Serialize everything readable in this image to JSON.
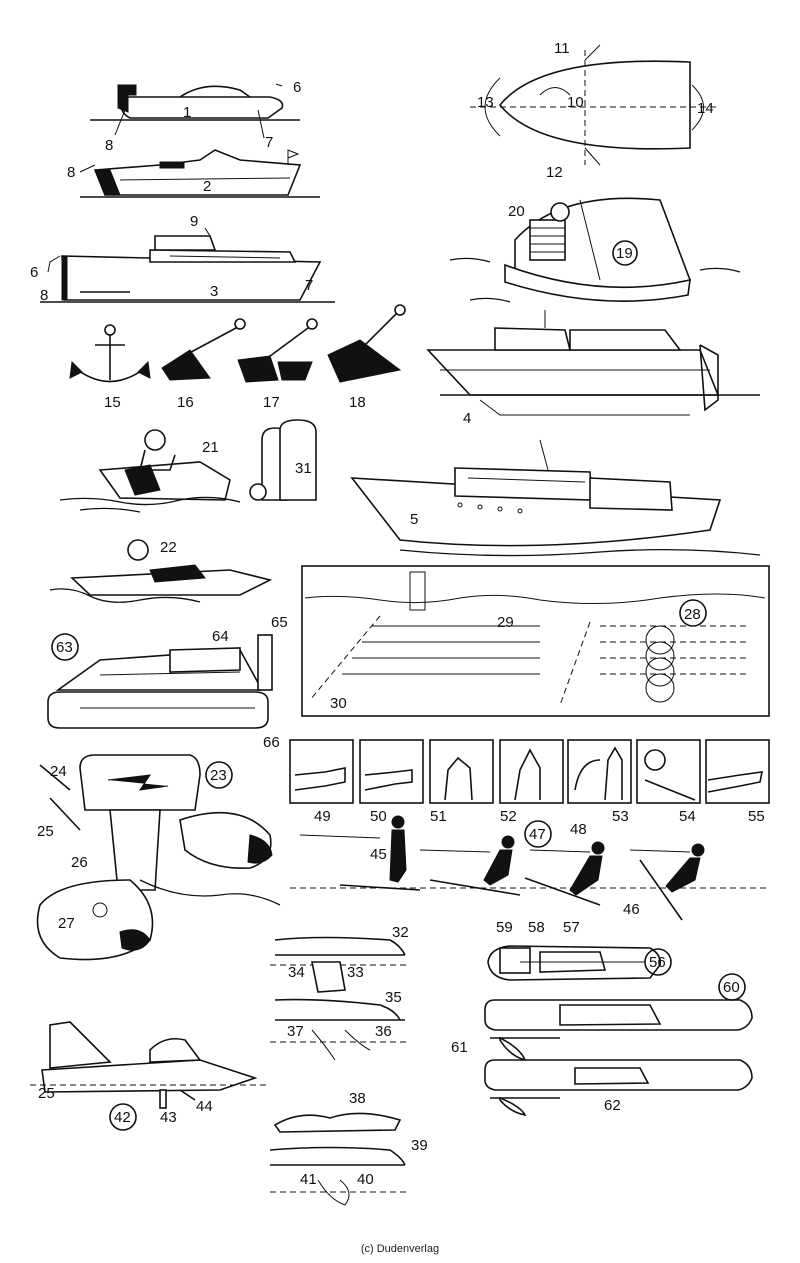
{
  "credit": "(c) Dudenverlag",
  "labels": {
    "n1": "1",
    "n2": "2",
    "n3": "3",
    "n4": "4",
    "n5": "5",
    "n6a": "6",
    "n6b": "6",
    "n7a": "7",
    "n7b": "7",
    "n8a": "8",
    "n8b": "8",
    "n8c": "8",
    "n9": "9",
    "n10": "10",
    "n11": "11",
    "n12": "12",
    "n13": "13",
    "n14": "14",
    "n15": "15",
    "n16": "16",
    "n17": "17",
    "n18": "18",
    "n19": "19",
    "n20": "20",
    "n21": "21",
    "n22": "22",
    "n23": "23",
    "n24": "24",
    "n25": "25",
    "n26": "26",
    "n27": "27",
    "n28": "28",
    "n29": "29",
    "n30": "30",
    "n31": "31",
    "n32": "32",
    "n33": "33",
    "n34": "34",
    "n35": "35",
    "n36": "36",
    "n37": "37",
    "n38": "38",
    "n39": "39",
    "n40": "40",
    "n41": "41",
    "n42": "42",
    "n43": "43",
    "n44": "44",
    "n45": "45",
    "n46": "46",
    "n47": "47",
    "n48": "48",
    "n49": "49",
    "n50": "50",
    "n51": "51",
    "n52": "52",
    "n53": "53",
    "n54": "54",
    "n55": "55",
    "n56": "56",
    "n57": "57",
    "n58": "58",
    "n59": "59",
    "n60": "60",
    "n61": "61",
    "n62": "62",
    "n63": "63",
    "n64": "64",
    "n65": "65",
    "n66": "66"
  }
}
